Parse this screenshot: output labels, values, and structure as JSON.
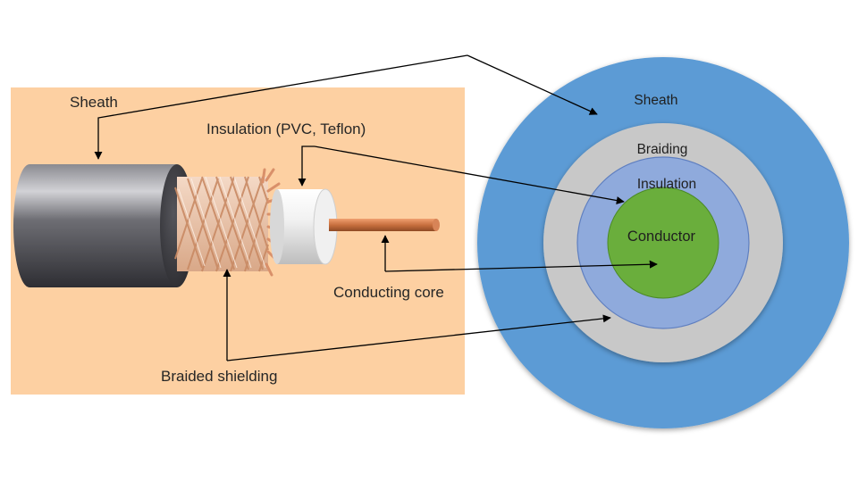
{
  "cable_labels": {
    "sheath": "Sheath",
    "insulation": "Insulation (PVC, Teflon)",
    "conducting_core": "Conducting core",
    "braided_shielding": "Braided shielding"
  },
  "cross_section_labels": {
    "sheath": "Sheath",
    "braiding": "Braiding",
    "insulation": "Insulation",
    "conductor": "Conductor"
  },
  "colors": {
    "panel_background": "#fdd0a2",
    "sheath_dark": "#4a4a4f",
    "sheath_ring": "#5b9bd5",
    "braiding_ring": "#c8c8c8",
    "insulation_ring": "#8faadc",
    "conductor_disc": "#6aae3c",
    "copper": "#c8703f",
    "braid_wire": "#e8b08e"
  }
}
